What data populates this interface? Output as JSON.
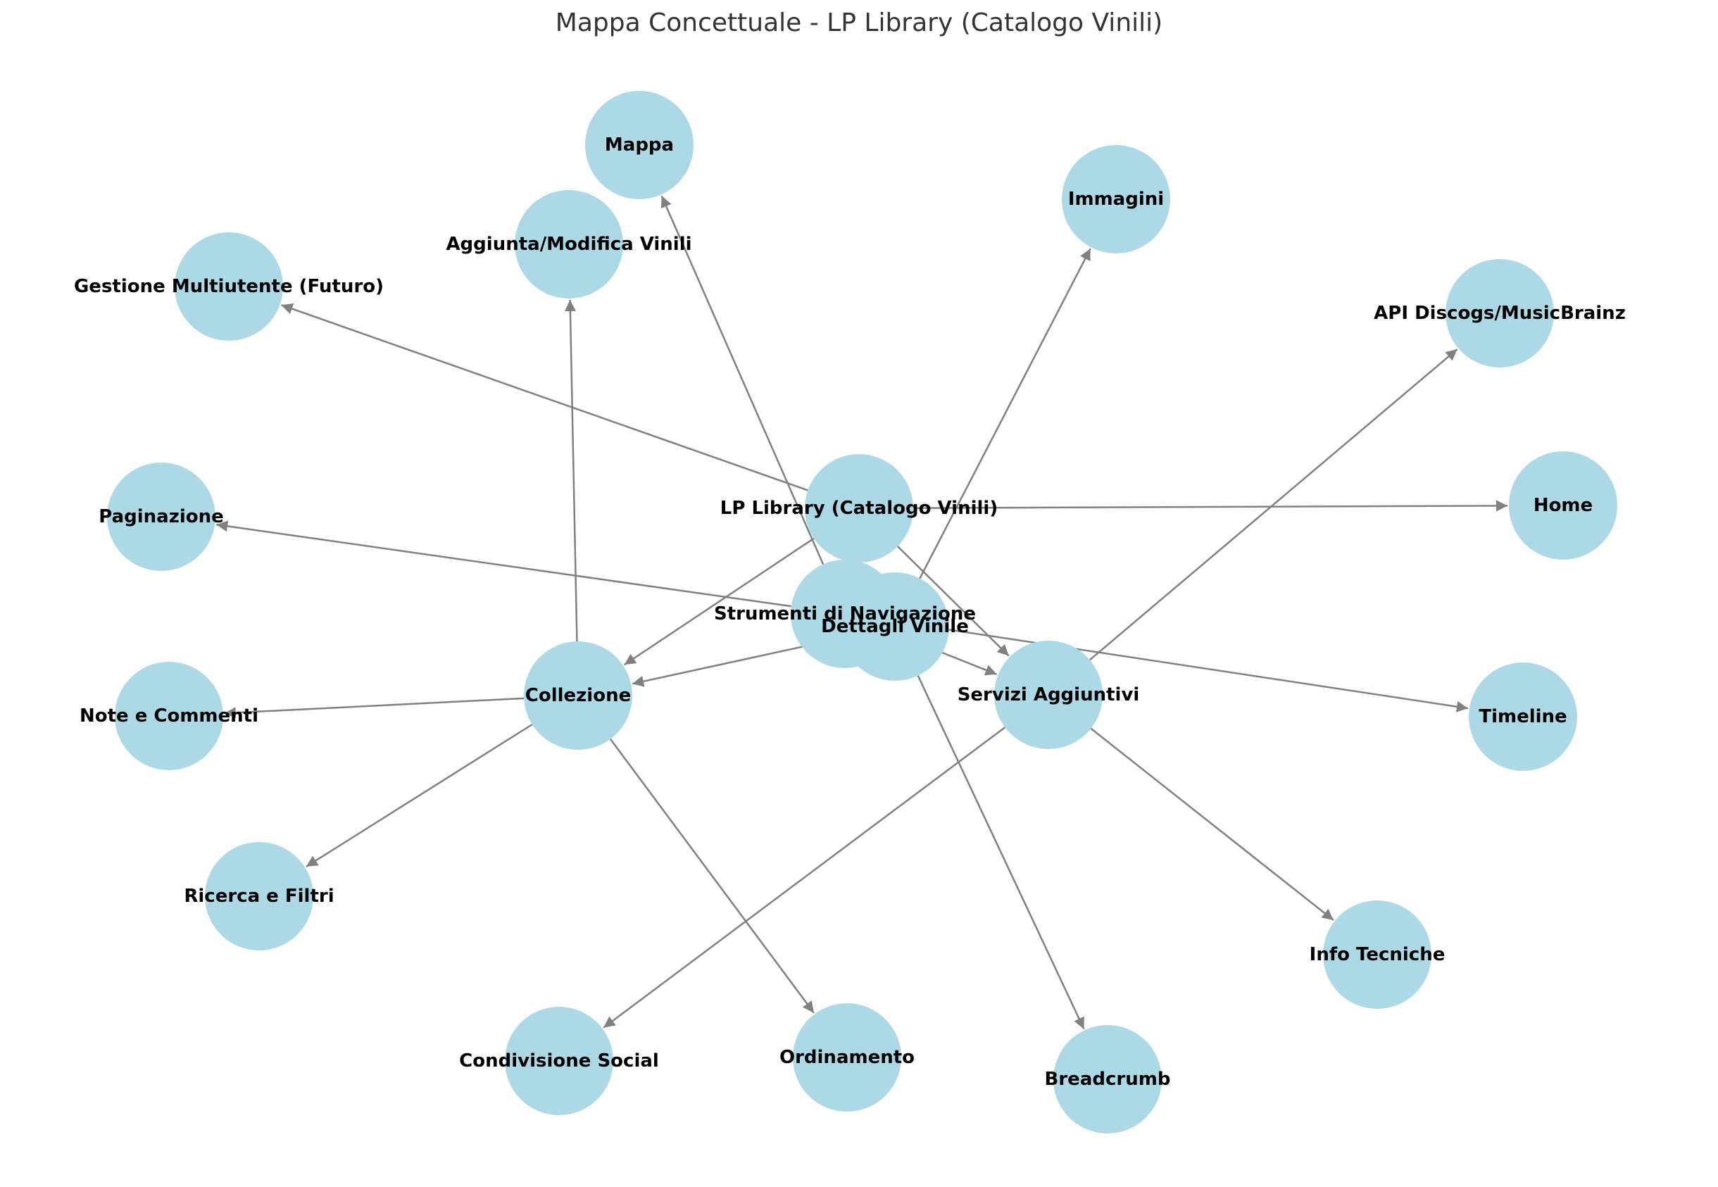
{
  "title": "Mappa Concettuale - LP Library (Catalogo Vinili)",
  "colors": {
    "node": "#add8e6",
    "edge": "#808080",
    "label": "#000000"
  },
  "nodes": [
    {
      "id": "root",
      "label": "LP Library (Catalogo Vinili)"
    },
    {
      "id": "collezione",
      "label": "Collezione"
    },
    {
      "id": "strumenti",
      "label": "Strumenti di Navigazione"
    },
    {
      "id": "servizi",
      "label": "Servizi Aggiuntivi"
    },
    {
      "id": "dettagli",
      "label": "Dettagli Vinile"
    },
    {
      "id": "home",
      "label": "Home"
    },
    {
      "id": "gestione",
      "label": "Gestione Multiutente (Futuro)"
    },
    {
      "id": "aggiunta",
      "label": "Aggiunta/Modifica Vinili"
    },
    {
      "id": "ricerca",
      "label": "Ricerca e Filtri"
    },
    {
      "id": "ordinamento",
      "label": "Ordinamento"
    },
    {
      "id": "note",
      "label": "Note e Commenti"
    },
    {
      "id": "paginazione",
      "label": "Paginazione"
    },
    {
      "id": "timeline",
      "label": "Timeline"
    },
    {
      "id": "mappa",
      "label": "Mappa"
    },
    {
      "id": "breadcrumb",
      "label": "Breadcrumb"
    },
    {
      "id": "immagini",
      "label": "Immagini"
    },
    {
      "id": "info",
      "label": "Info Tecniche"
    },
    {
      "id": "api",
      "label": "API Discogs/MusicBrainz"
    },
    {
      "id": "social",
      "label": "Condivisione Social"
    }
  ],
  "edges": [
    {
      "from": "root",
      "to": "collezione"
    },
    {
      "from": "root",
      "to": "strumenti"
    },
    {
      "from": "root",
      "to": "servizi"
    },
    {
      "from": "root",
      "to": "home"
    },
    {
      "from": "root",
      "to": "gestione"
    },
    {
      "from": "collezione",
      "to": "aggiunta"
    },
    {
      "from": "collezione",
      "to": "ricerca"
    },
    {
      "from": "collezione",
      "to": "ordinamento"
    },
    {
      "from": "collezione",
      "to": "note"
    },
    {
      "from": "dettagli",
      "to": "collezione"
    },
    {
      "from": "dettagli",
      "to": "immagini"
    },
    {
      "from": "dettagli",
      "to": "breadcrumb"
    },
    {
      "from": "strumenti",
      "to": "paginazione"
    },
    {
      "from": "strumenti",
      "to": "timeline"
    },
    {
      "from": "strumenti",
      "to": "mappa"
    },
    {
      "from": "servizi",
      "to": "api"
    },
    {
      "from": "servizi",
      "to": "social"
    },
    {
      "from": "servizi",
      "to": "info"
    },
    {
      "from": "strumenti",
      "to": "servizi"
    }
  ]
}
